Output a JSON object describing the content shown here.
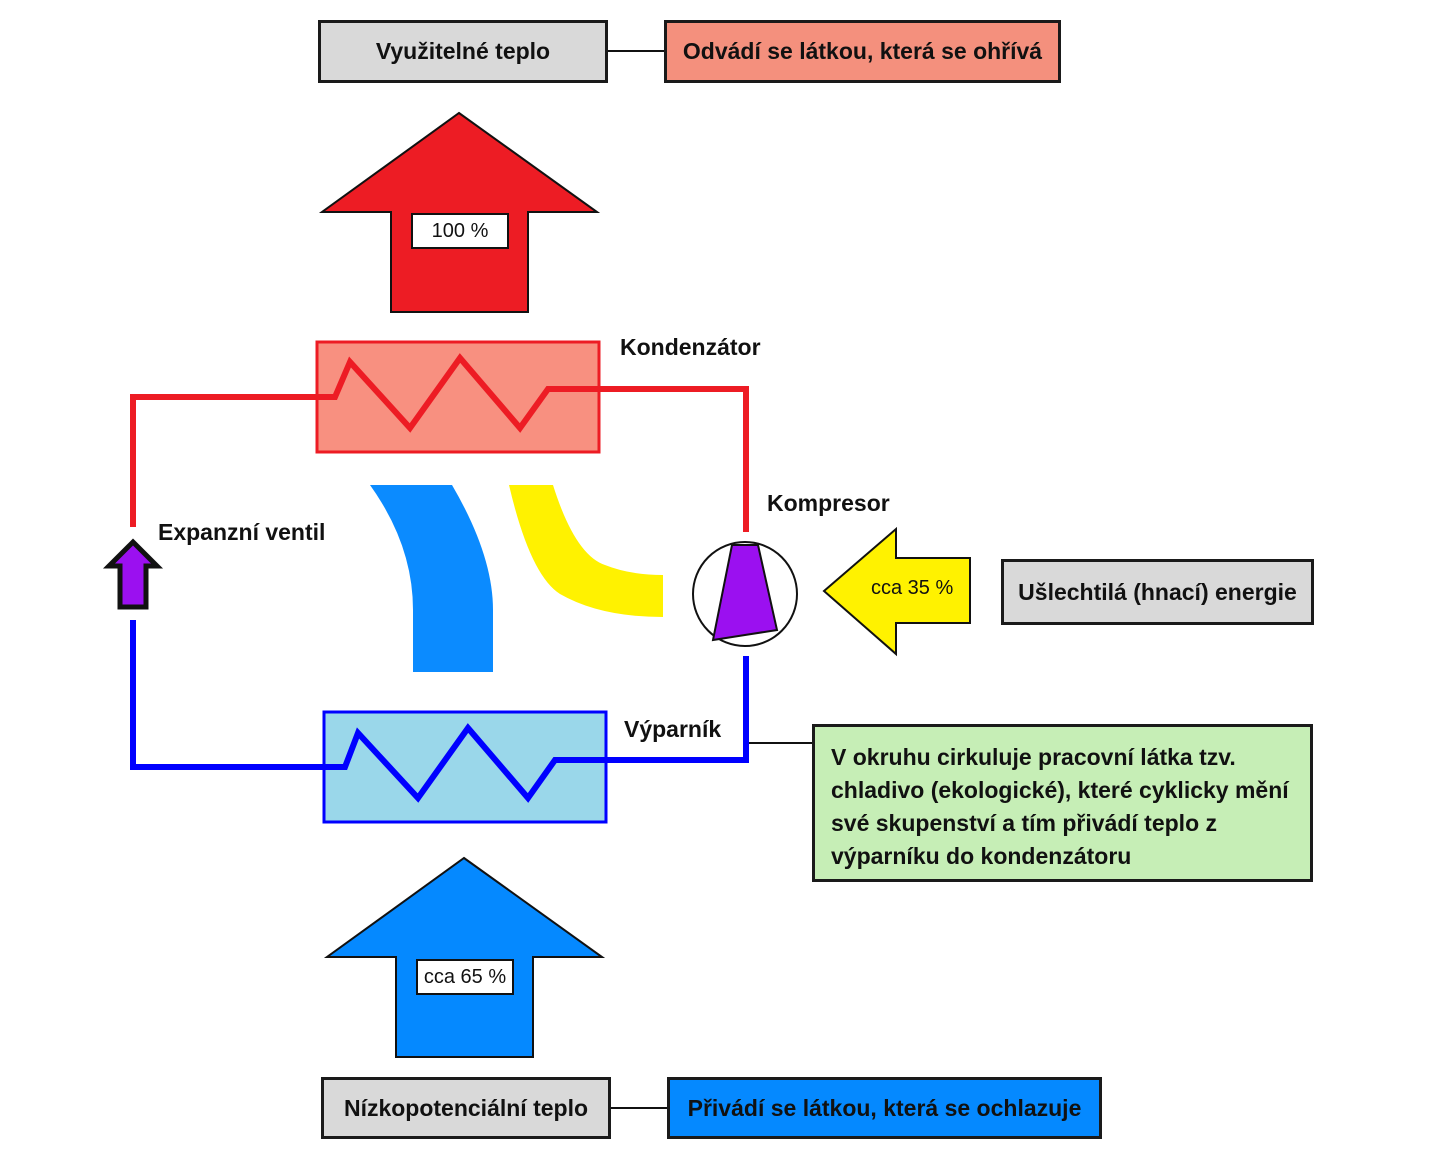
{
  "top": {
    "useful_heat": "Využitelné teplo",
    "useful_heat_note": "Odvádí se látkou, která se ohřívá",
    "percent": "100 %"
  },
  "components": {
    "condenser": "Kondenzátor",
    "compressor": "Kompresor",
    "expansion_valve": "Expanzní ventil",
    "evaporator": "Výparník"
  },
  "energy": {
    "percent": "cca 35 %",
    "label": "Ušlechtilá (hnací) energie"
  },
  "info": {
    "text": "V okruhu cirkuluje pracovní látka tzv. chladivo (ekologické), které cyklicky mění své skupenství a tím přivádí teplo z výparníku do kondenzátoru"
  },
  "bottom": {
    "percent": "cca 65 %",
    "low_heat": "Nízkopotenciální teplo",
    "low_heat_note": "Přivádí se látkou, která se ochlazuje"
  },
  "colors": {
    "hot": "#ed1c24",
    "condenser_fill": "#f89080",
    "cold_line": "#0000ff",
    "cold_arrow": "#0589ff",
    "evaporator_fill": "#9ad7ea",
    "flow_blue": "#0b8bff",
    "flow_yellow": "#fff200",
    "purple": "#9b10f0"
  }
}
